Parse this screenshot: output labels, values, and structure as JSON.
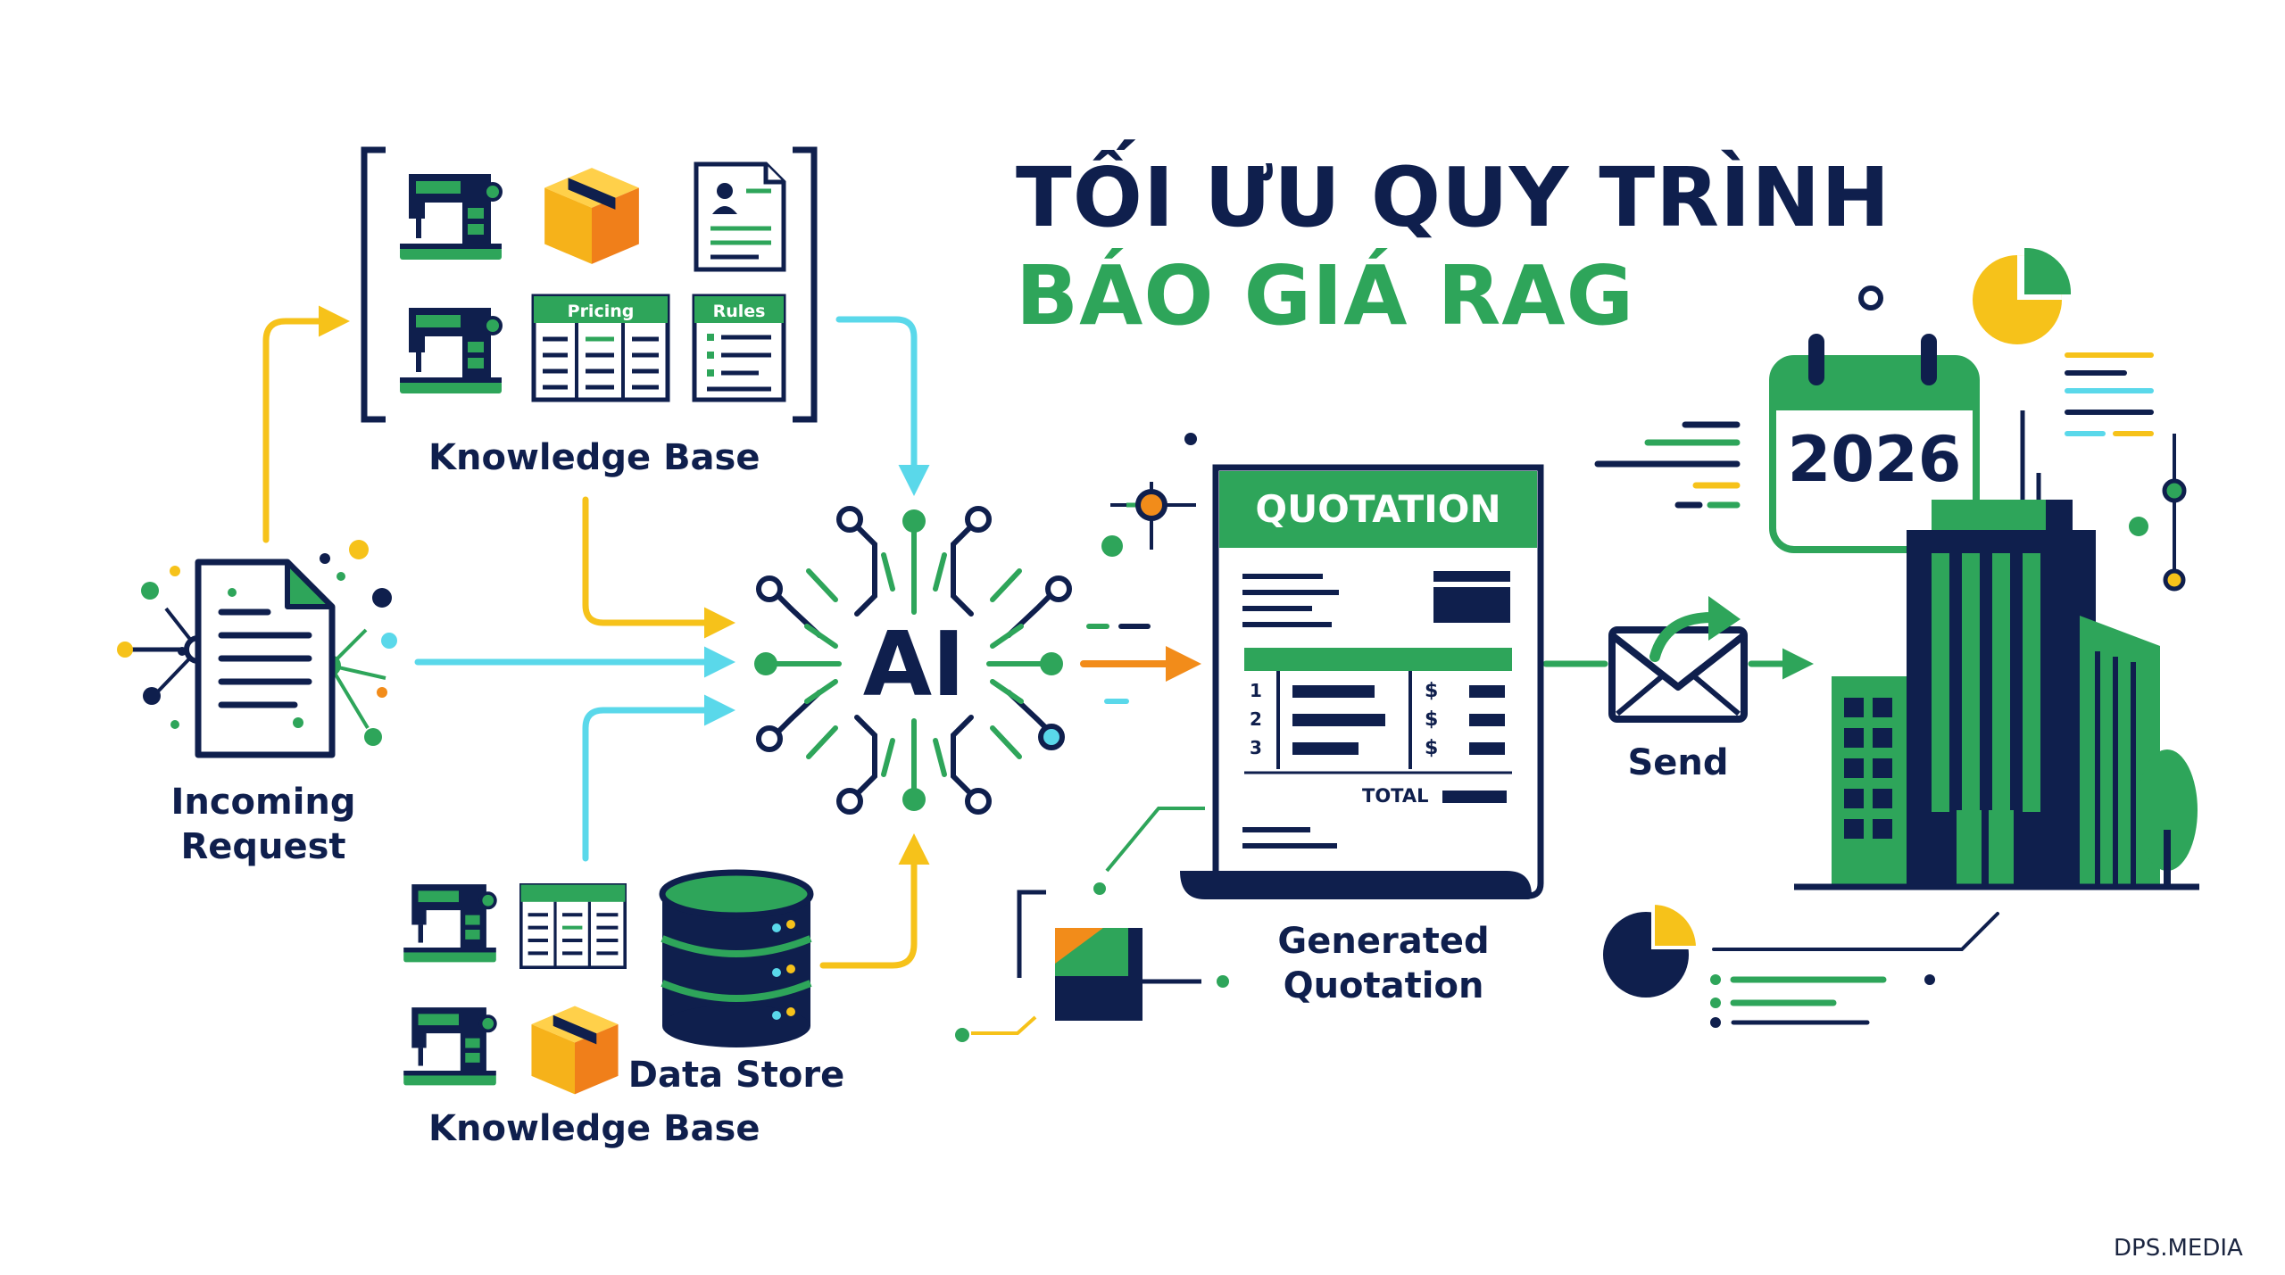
{
  "title": {
    "line1": "TỐI ƯU QUY TRÌNH",
    "line2": "BÁO GIÁ RAG"
  },
  "labels": {
    "knowledge_base_top": "Knowledge Base",
    "incoming_request": "Incoming\nRequest",
    "data_store": "Data Store",
    "knowledge_base_bottom": "Knowledge Base",
    "ai": "AI",
    "generated_quotation": "Generated\nQuotation",
    "send": "Send",
    "pricing_tab": "Pricing",
    "rules_tab": "Rules",
    "quotation_header": "QUOTATION",
    "total_label": "TOTAL",
    "calendar_year": "2026",
    "row_numbers": [
      "1",
      "2",
      "3"
    ],
    "currency_symbol": "$",
    "brand": "DPS.MEDIA"
  },
  "colors": {
    "navy": "#0f1f4d",
    "green": "#2ea55a",
    "yellow": "#f6c21a",
    "cyan": "#5ad8ea",
    "orange": "#f28c1a"
  },
  "icons": [
    "sewing-machine-icon",
    "box-icon",
    "profile-document-icon",
    "pricing-table-icon",
    "rules-document-icon",
    "document-icon",
    "database-icon",
    "envelope-icon",
    "calendar-icon",
    "pie-chart-icon",
    "building-icon",
    "tree-icon",
    "cube-icon"
  ]
}
